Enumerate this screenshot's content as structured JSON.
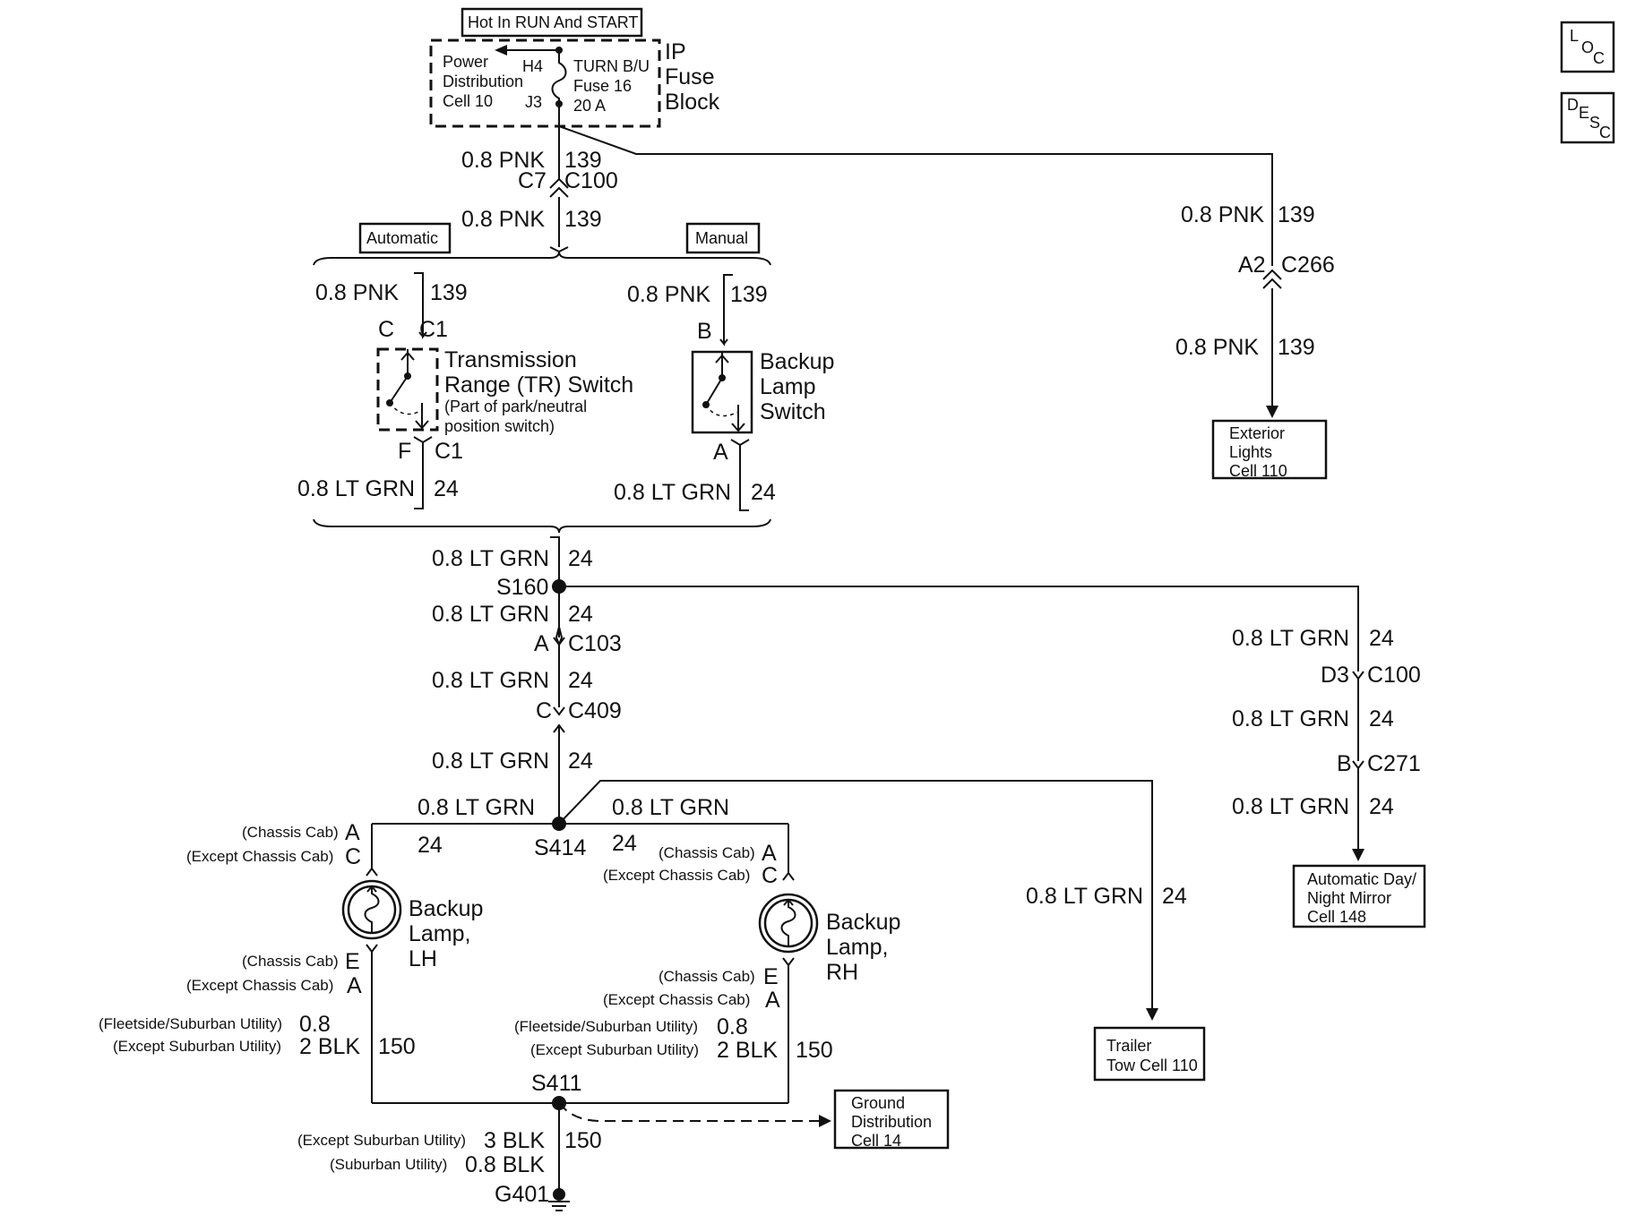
{
  "toolbar": {
    "loc": {
      "a": "L",
      "b": "O",
      "c": "C"
    },
    "desc": {
      "a": "D",
      "b": "E",
      "c": "S",
      "d": "C"
    }
  },
  "fuse_block": {
    "hot_label": "Hot In RUN And START",
    "pd_line1": "Power",
    "pd_line2": "Distribution",
    "pd_line3": "Cell 10",
    "h4": "H4",
    "j3": "J3",
    "fuse_line1": "TURN B/U",
    "fuse_line2": "Fuse 16",
    "fuse_line3": "20 A",
    "name_line1": "IP",
    "name_line2": "Fuse",
    "name_line3": "Block"
  },
  "top_wires": {
    "w1_size": "0.8 PNK",
    "w1_circuit": "139",
    "c7": "C7",
    "c100": "C100",
    "w2_size": "0.8 PNK",
    "w2_circuit": "139"
  },
  "options": {
    "automatic": "Automatic",
    "manual": "Manual"
  },
  "tr_switch": {
    "w_in_size": "0.8 PNK",
    "w_in_circuit": "139",
    "pin_in": "C",
    "conn_in": "C1",
    "name1": "Transmission",
    "name2": "Range (TR) Switch",
    "note1": "(Part of park/neutral",
    "note2": "position switch)",
    "pin_out": "F",
    "conn_out": "C1",
    "w_out_size": "0.8 LT GRN",
    "w_out_circuit": "24"
  },
  "backup_switch": {
    "w_in_size": "0.8 PNK",
    "w_in_circuit": "139",
    "pin_in": "B",
    "name1": "Backup",
    "name2": "Lamp",
    "name3": "Switch",
    "pin_out": "A",
    "w_out_size": "0.8 LT GRN",
    "w_out_circuit": "24"
  },
  "right_branch": {
    "w1_size": "0.8 PNK",
    "w1_circuit": "139",
    "pin": "A2",
    "conn": "C266",
    "w2_size": "0.8 PNK",
    "w2_circuit": "139",
    "dest1": "Exterior",
    "dest2": "Lights",
    "dest3": "Cell 110"
  },
  "main_trunk": {
    "w1_size": "0.8 LT GRN",
    "w1_circuit": "24",
    "splice1": "S160",
    "w2_size": "0.8 LT GRN",
    "w2_circuit": "24",
    "pin_a": "A",
    "conn_a": "C103",
    "w3_size": "0.8 LT GRN",
    "w3_circuit": "24",
    "pin_c": "C",
    "conn_c": "C409",
    "w4_size": "0.8 LT GRN",
    "w4_circuit": "24",
    "splice2": "S414",
    "left_size": "0.8 LT GRN",
    "left_circuit": "24",
    "right_size": "0.8 LT GRN",
    "right_circuit": "24"
  },
  "mirror_branch": {
    "w1_size": "0.8 LT GRN",
    "w1_circuit": "24",
    "pin1": "D3",
    "conn1": "C100",
    "w2_size": "0.8 LT GRN",
    "w2_circuit": "24",
    "pin2": "B",
    "conn2": "C271",
    "w3_size": "0.8 LT GRN",
    "w3_circuit": "24",
    "dest1": "Automatic Day/",
    "dest2": "Night Mirror",
    "dest3": "Cell 148"
  },
  "trailer_branch": {
    "w_size": "0.8 LT GRN",
    "w_circuit": "24",
    "dest1": "Trailer",
    "dest2": "Tow Cell 110"
  },
  "lamp_lh": {
    "top_note1": "(Chassis Cab)",
    "top_pin1": "A",
    "top_note2": "(Except Chassis Cab)",
    "top_pin2": "C",
    "name1": "Backup",
    "name2": "Lamp,",
    "name3": "LH",
    "bot_note1": "(Chassis Cab)",
    "bot_pin1": "E",
    "bot_note2": "(Except Chassis Cab)",
    "bot_pin2": "A",
    "gnd_note1": "(Fleetside/Suburban Utility)",
    "gnd_size1": "0.8",
    "gnd_note2": "(Except Suburban Utility)",
    "gnd_size2": "2 BLK",
    "gnd_circuit": "150"
  },
  "lamp_rh": {
    "top_note1": "(Chassis Cab)",
    "top_pin1": "A",
    "top_note2": "(Except Chassis Cab)",
    "top_pin2": "C",
    "name1": "Backup",
    "name2": "Lamp,",
    "name3": "RH",
    "bot_note1": "(Chassis Cab)",
    "bot_pin1": "E",
    "bot_note2": "(Except Chassis Cab)",
    "bot_pin2": "A",
    "gnd_note1": "(Fleetside/Suburban Utility)",
    "gnd_size1": "0.8",
    "gnd_note2": "(Except Suburban Utility)",
    "gnd_size2": "2 BLK",
    "gnd_circuit": "150"
  },
  "ground": {
    "splice": "S411",
    "note1": "(Except Suburban Utility)",
    "size1": "3 BLK",
    "note2": "(Suburban Utility)",
    "size2": "0.8 BLK",
    "circuit": "150",
    "ground_id": "G401",
    "dest1": "Ground",
    "dest2": "Distribution",
    "dest3": "Cell 14"
  }
}
